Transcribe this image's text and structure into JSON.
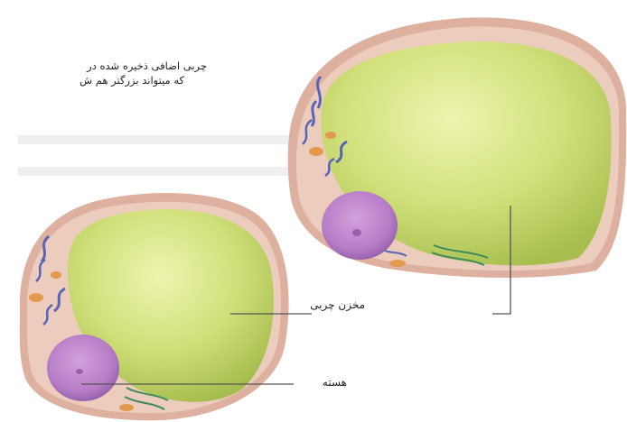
{
  "caption": {
    "line1": "چربی اضافی ذخیره شده در",
    "line2": "که میتواند بزرگتر هم ش"
  },
  "labels": {
    "fat_reservoir": "مخزن چربی",
    "nucleus": "هسته"
  },
  "colors": {
    "membrane": "#dcb3a4",
    "cytoplasm": "#e8c6b6",
    "fat_droplet": "#c9db6b",
    "fat_highlight": "#e9f2a6",
    "nucleus": "#b77cc7",
    "organelle_blue": "#5864b8",
    "organelle_orange": "#e29a4f",
    "organelle_green": "#3f8a5a",
    "leader_line": "#555555"
  }
}
